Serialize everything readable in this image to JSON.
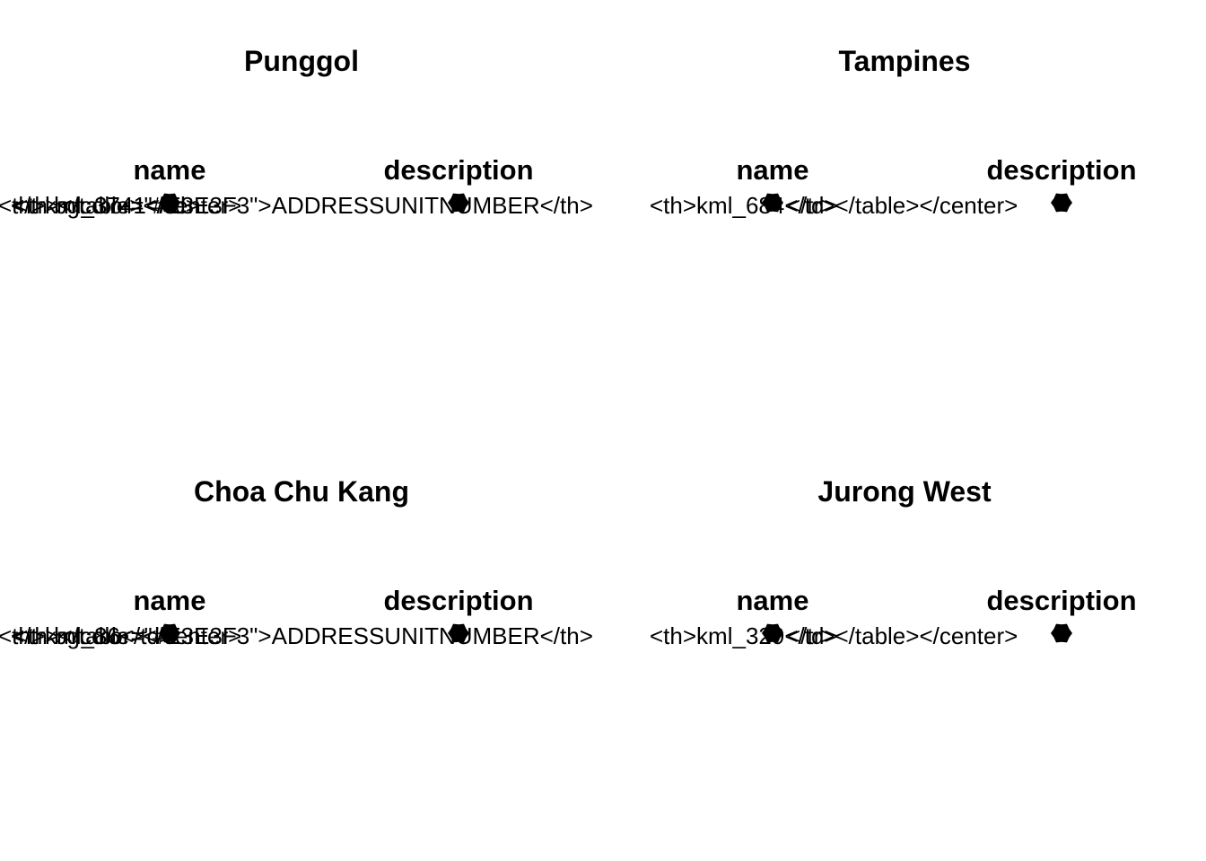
{
  "chart_data": [
    {
      "type": "scatter",
      "title": "Punggol",
      "columns": [
        "name",
        "description"
      ],
      "labels": [
        "<th>kml_3741</td>",
        "<th bgcolor=\"#E3E3F3\">ADDRESSUNITNUMBER</th>",
        "</tr></table></center>"
      ],
      "points": [
        {
          "col": 0,
          "mark": "filled"
        },
        {
          "col": 1,
          "mark": "filled"
        }
      ]
    },
    {
      "type": "scatter",
      "title": "Tampines",
      "columns": [
        "name",
        "description"
      ],
      "labels": [
        "<th>kml_684</td>",
        "</tr></table></center>"
      ],
      "points": [
        {
          "col": 0,
          "mark": "filled"
        },
        {
          "col": 1,
          "mark": "filled"
        }
      ]
    },
    {
      "type": "scatter",
      "title": "Choa Chu Kang",
      "columns": [
        "name",
        "description"
      ],
      "labels": [
        "<th>kml_86</td>",
        "<th bgcolor=\"#E3E3F3\">ADDRESSUNITNUMBER</th>",
        "</tr></table></center>"
      ],
      "points": [
        {
          "col": 0,
          "mark": "filled"
        },
        {
          "col": 1,
          "mark": "filled"
        }
      ]
    },
    {
      "type": "scatter",
      "title": "Jurong West",
      "columns": [
        "name",
        "description"
      ],
      "labels": [
        "<th>kml_329</td>",
        "</tr></table></center>"
      ],
      "points": [
        {
          "col": 0,
          "mark": "filled"
        },
        {
          "col": 1,
          "mark": "filled"
        }
      ]
    }
  ]
}
